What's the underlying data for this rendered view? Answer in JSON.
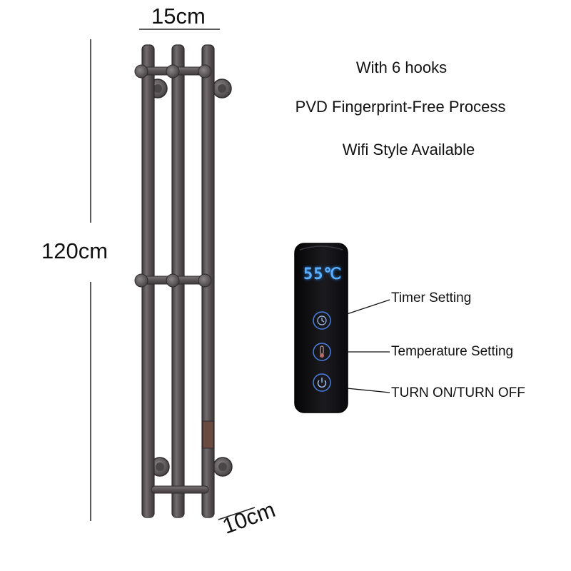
{
  "dimensions": {
    "width": "15cm",
    "height": "120cm",
    "depth": "10cm"
  },
  "features": [
    "With 6 hooks",
    "PVD Fingerprint-Free Process",
    "Wifi Style Available"
  ],
  "controller": {
    "display": "55℃",
    "buttons": [
      {
        "icon": "clock-icon",
        "label": "Timer Setting"
      },
      {
        "icon": "thermometer-icon",
        "label": "Temperature Setting"
      },
      {
        "icon": "power-icon",
        "label": "TURN ON/TURN OFF"
      }
    ]
  },
  "colors": {
    "rail": "#5b5558",
    "controller_body": "#0c0c0e",
    "display_glow": "#49a6ff"
  }
}
